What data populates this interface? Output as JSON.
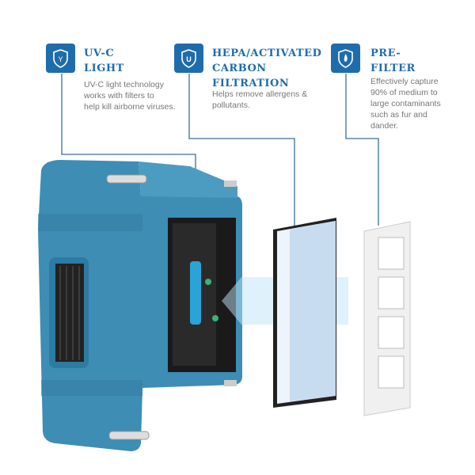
{
  "features": [
    {
      "icon": "uv-light-shield-icon",
      "title_l1": "UV-C",
      "title_l2": "LIGHT",
      "desc": [
        "UV-C light technology",
        "works with filters to",
        "help kill airborne viruses."
      ]
    },
    {
      "icon": "magnet-shield-icon",
      "title_l1": "HEPA/ACTIVATED",
      "title_l2": "CARBON",
      "title_l3": "FILTRATION",
      "desc": [
        "Helps remove allergens &",
        "pollutants."
      ]
    },
    {
      "icon": "flame-shield-icon",
      "title_l1": "PRE-",
      "title_l2": "FILTER",
      "desc": [
        "Effectively capture",
        "90% of medium to",
        "large contaminants",
        "such as fur and",
        "dander."
      ]
    }
  ],
  "colors": {
    "accent": "#1f6cad",
    "body": "#3f8fb5",
    "line": "#3a6f93"
  }
}
